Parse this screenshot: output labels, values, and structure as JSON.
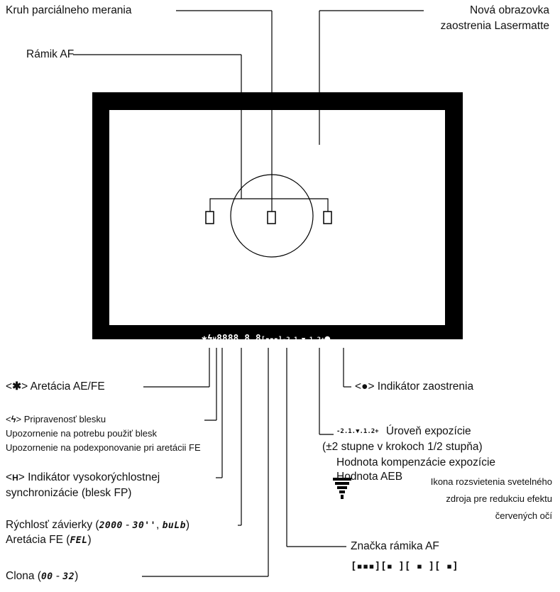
{
  "labels": {
    "spot_circle": "Kruh parciálneho merania",
    "af_frame": "Rámik AF",
    "screen_line1": "Nová obrazovka",
    "screen_line2": "zaostrenia Lasermatte",
    "ae_lock_prefix": "<",
    "ae_lock_suffix": "> Aretácia AE/FE",
    "focus_prefix": "<",
    "focus_suffix": "> Indikátor zaostrenia",
    "flash_prefix": "<",
    "flash_suffix": "> Pripravenosť blesku",
    "flash_line2": "Upozornenie na potrebu použiť blesk",
    "flash_line3": "Upozornenie na podexponovanie pri aretácii FE",
    "hs_prefix": "<",
    "hs_letter": "H",
    "hs_suffix": "> Indikátor vysokorýchlostnej",
    "hs_line2": "synchronizácie (blesk FP)",
    "shutter_text1": "Rýchlosť závierky (",
    "shutter_seg1": "2000",
    "shutter_dash": " - ",
    "shutter_seg2": "30''",
    "shutter_comma": ", ",
    "shutter_seg3": "buLb",
    "shutter_close": ")",
    "fe_text": "Aretácia FE (",
    "fe_seg": "FEL",
    "fe_close": ")",
    "aperture_text": "Clona (",
    "aperture_seg1": "00",
    "aperture_dash": " - ",
    "aperture_seg2": "32",
    "aperture_close": ")",
    "exposure_scale": "-2.1.▼.1.2+",
    "exposure_level": "Úroveň expozície",
    "exposure_line2": "(±2 stupne v krokoch 1/2 stupňa)",
    "exposure_line3": "Hodnota kompenzácie expozície",
    "exposure_line4": "Hodnota AEB",
    "redeye_line1": "Ikona rozsvietenia svetelného",
    "redeye_line2": "zdroja pre redukciu efektu",
    "redeye_line3": "červených očí",
    "af_mark": "Značka rámika AF",
    "af_mark_symbols": "[▪▪▪][▪  ][ ▪ ][  ▪]"
  },
  "viewfinder_readout": {
    "ae_lock_symbol": "✱",
    "flash_symbol": "ϟ",
    "hs_symbol": "H",
    "shutter_digits": "8888",
    "aperture_digits": "8.8",
    "af_mark_digits": "[▪▪▪]",
    "exposure_scale": "-2.1.▼.1.2+",
    "focus_symbol": "●"
  },
  "colors": {
    "frame": "#000000",
    "screen": "#ffffff",
    "lines": "#000000"
  }
}
